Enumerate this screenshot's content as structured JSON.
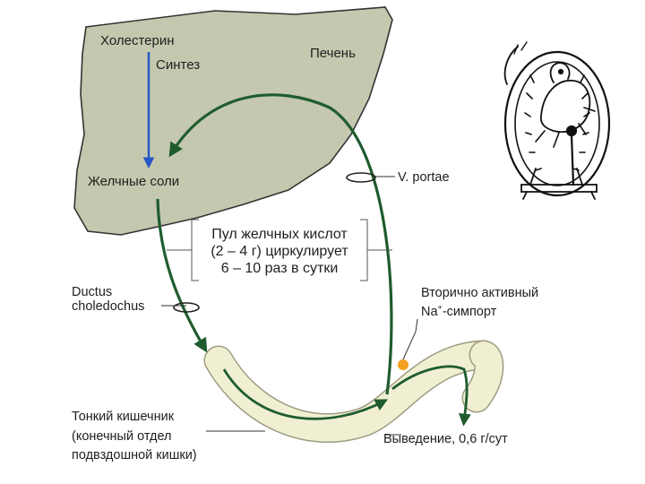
{
  "liver": {
    "cholesterol_label": "Холестерин",
    "synthesis_label": "Синтез",
    "organ_label": "Печень",
    "bile_salts_label": "Желчные соли"
  },
  "portal_vein_label": "V. portae",
  "bile_acid_pool": {
    "line1": "Пул желчных кислот",
    "line2": "(2 – 4 г) циркулирует",
    "line3": "6 – 10 раз в сутки"
  },
  "duct": {
    "line1": "Ductus",
    "line2": "choledochus"
  },
  "transport": {
    "line1": "Вторично активный",
    "line2_prefix": "Na",
    "line2_sup": "+",
    "line2_suffix": "-симпорт"
  },
  "intestine": {
    "line1": "Тонкий кишечник",
    "line2": "(конечный отдел",
    "line3": "подвздошной кишки)"
  },
  "excretion_label": "Выведение, 0,6 г/сут",
  "colors": {
    "liver_fill": "#c4c8ae",
    "liver_stroke": "#333333",
    "cycle_arrow": "#1e5c2e",
    "synthesis_arrow": "#2558c8",
    "intestine_fill": "#f1efd2",
    "intestine_stroke": "#9d9c82",
    "transporter_dot": "#f2a020",
    "label_box": "#ffffff"
  },
  "icons": [
    "hamster-wheel-icon"
  ]
}
